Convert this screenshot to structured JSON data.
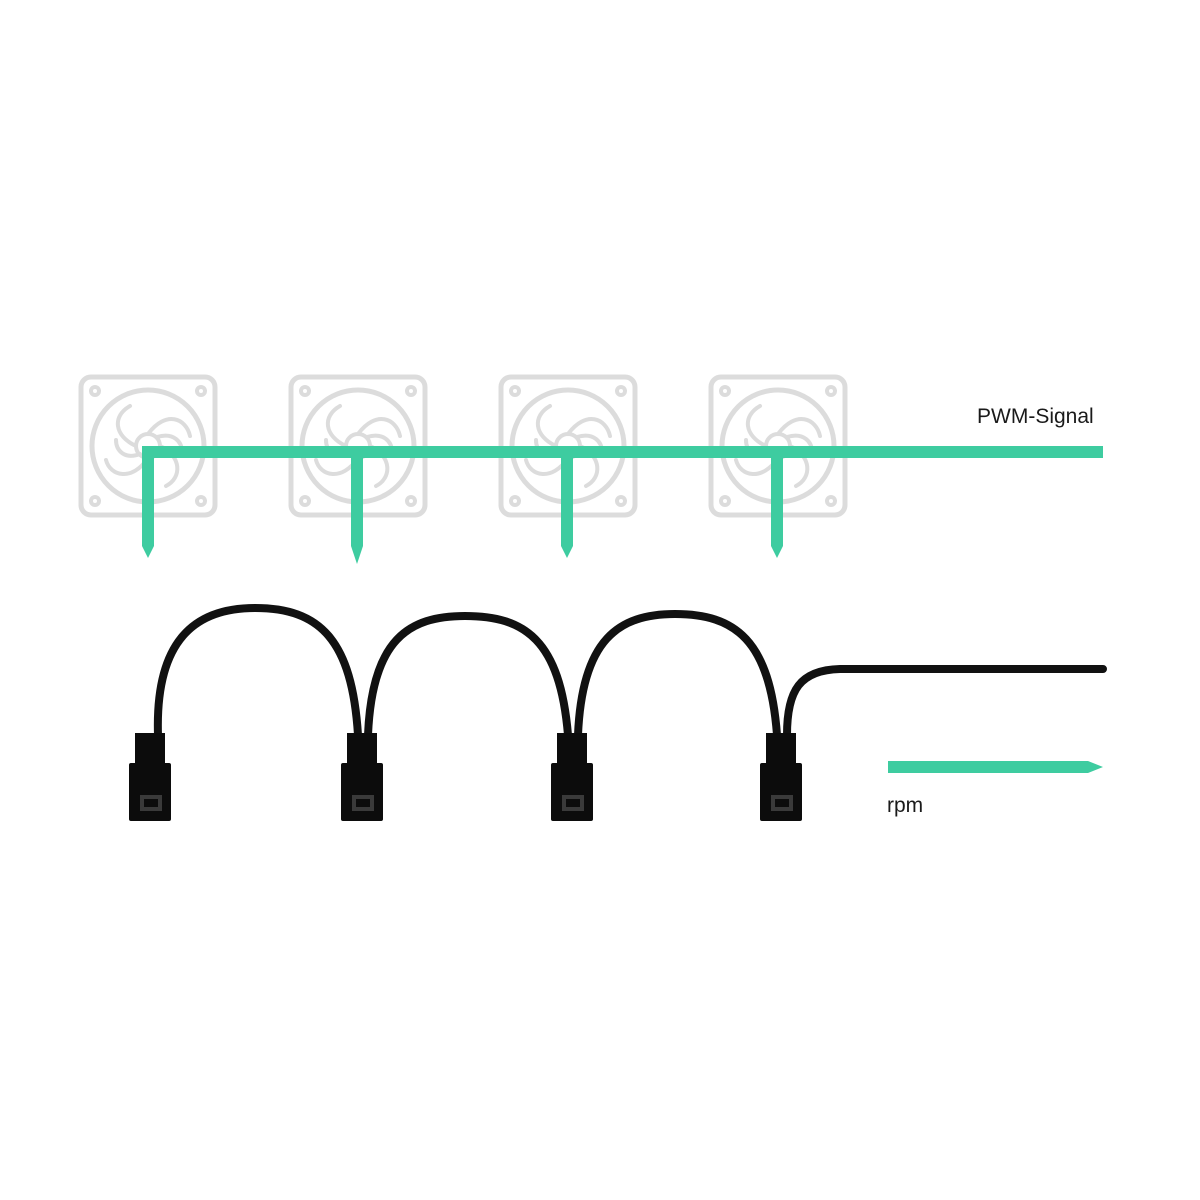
{
  "labels": {
    "pwm_signal": "PWM-Signal",
    "rpm": "rpm"
  },
  "colors": {
    "signal": "#3ecca0",
    "fan_outline": "#dcdcdc",
    "cable": "#111111",
    "connector": "#0c0c0c",
    "background": "#ffffff"
  },
  "diagram": {
    "fan_count": 4,
    "connector_count": 4,
    "fan_icon": "fan-icon",
    "connector_icon": "fan-connector-icon"
  }
}
